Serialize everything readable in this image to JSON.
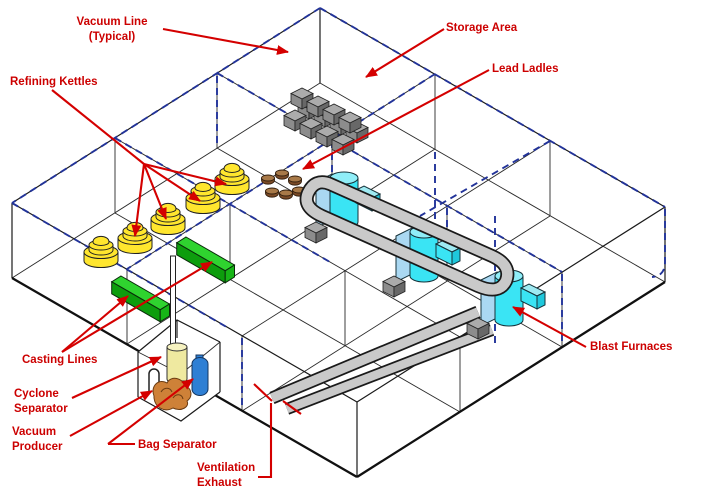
{
  "diagram": {
    "type": "isometric-facility-layout",
    "background": "#ffffff",
    "colors": {
      "label_red": "#cc0000",
      "arrow_red": "#d40000",
      "vacuum_line_navy": "#223399",
      "outline_black": "#1a1a1a",
      "duct_gray": "#c9c9c9",
      "storage_gray_top": "#ababab",
      "storage_gray_left": "#8c8c8c",
      "storage_gray_right": "#686868",
      "kettle_yellow": "#ffe62e",
      "casting_green_top": "#2fd32f",
      "casting_green_side": "#0d9d0d",
      "furnace_cyan": "#3ae4f4",
      "furnace_pale_blue": "#aad8f2",
      "ladle_brown_body": "#7a4a26",
      "ladle_brown_top": "#a87948",
      "cyclone_pale_yellow": "#efe9a0",
      "bag_blue": "#2e7fd4",
      "producer_orange": "#ce8138"
    },
    "labels": {
      "vacuum_line": {
        "line1": "Vacuum Line",
        "line2": "(Typical)"
      },
      "refining_kettles": {
        "line1": "Refining Kettles"
      },
      "storage_area": {
        "line1": "Storage Area"
      },
      "lead_ladles": {
        "line1": "Lead Ladles"
      },
      "casting_lines": {
        "line1": "Casting Lines"
      },
      "cyclone_separator": {
        "line1": "Cyclone",
        "line2": "Separator"
      },
      "vacuum_producer": {
        "line1": "Vacuum",
        "line2": "Producer"
      },
      "bag_separator": {
        "line1": "Bag Separator"
      },
      "ventilation_exhaust": {
        "line1": "Ventilation",
        "line2": "Exhaust"
      },
      "blast_furnaces": {
        "line1": "Blast Furnaces"
      }
    }
  }
}
